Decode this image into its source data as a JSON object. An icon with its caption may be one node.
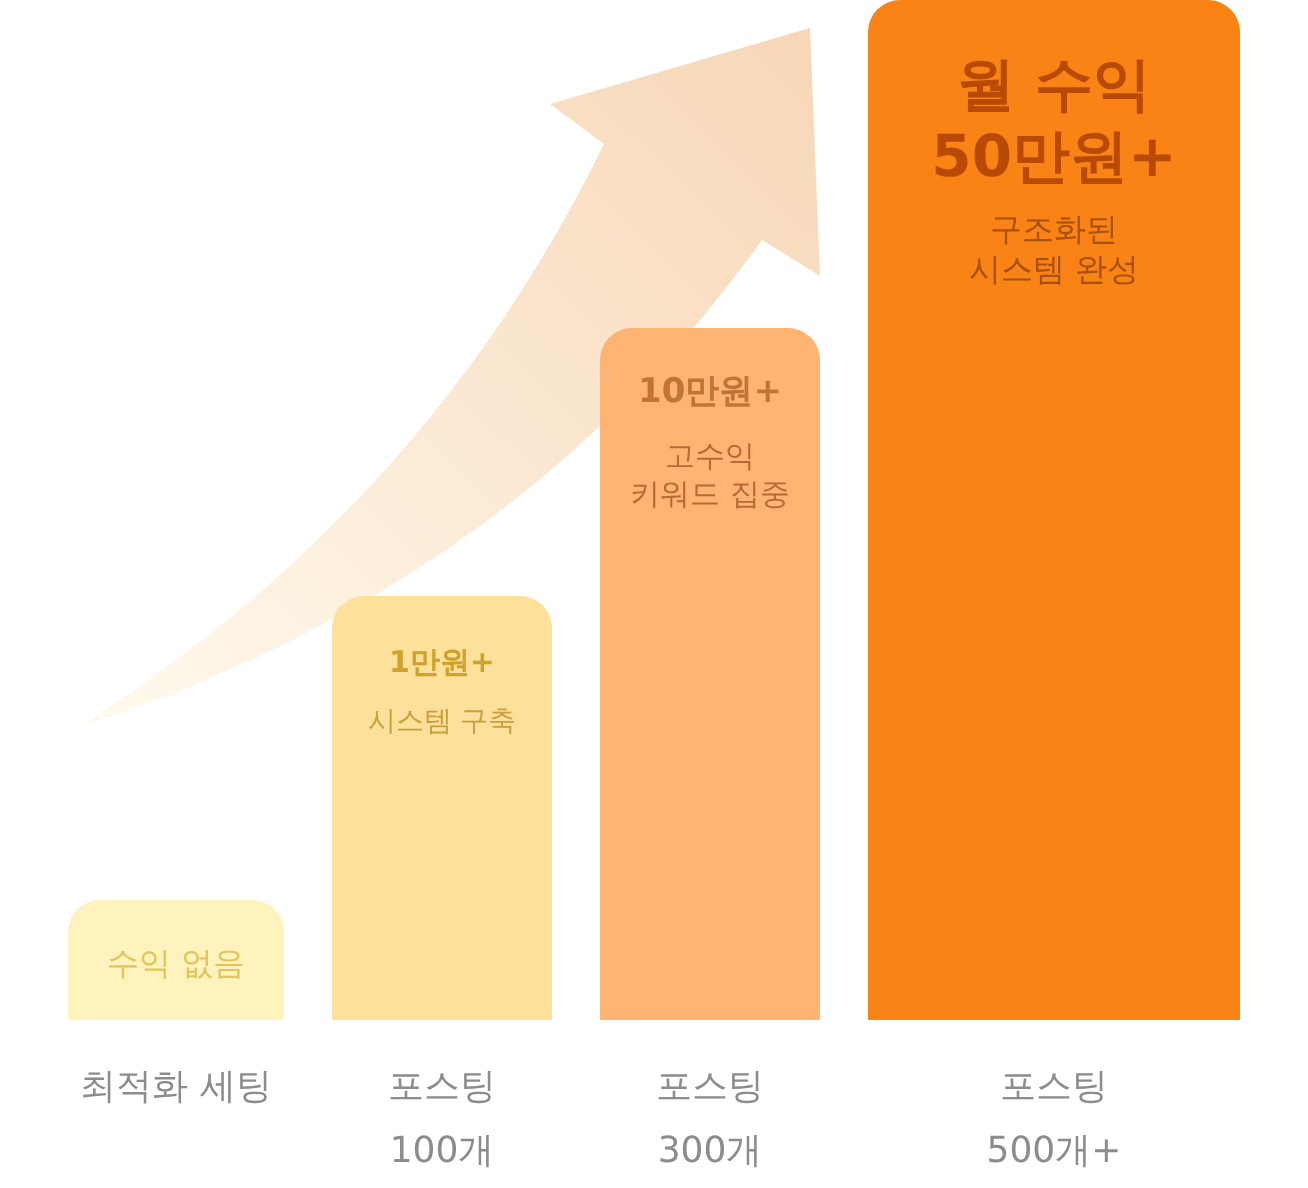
{
  "diagram": {
    "nodes": [
      {
        "text": [
          "수익 없음"
        ],
        "beside": [
          "최적화 세팅"
        ]
      },
      {
        "text": [
          "1만원+",
          "시스템 구축"
        ],
        "beside": [
          "포스팅 100개"
        ]
      },
      {
        "text": [
          "10만원+",
          "고수익 키워드 집중"
        ],
        "beside": [
          "포스팅 300개"
        ]
      },
      {
        "text": [
          "월 수익 50만원+",
          "구조화된 시스템 완성"
        ],
        "beside": [
          "포스팅 500개+"
        ]
      }
    ]
  }
}
